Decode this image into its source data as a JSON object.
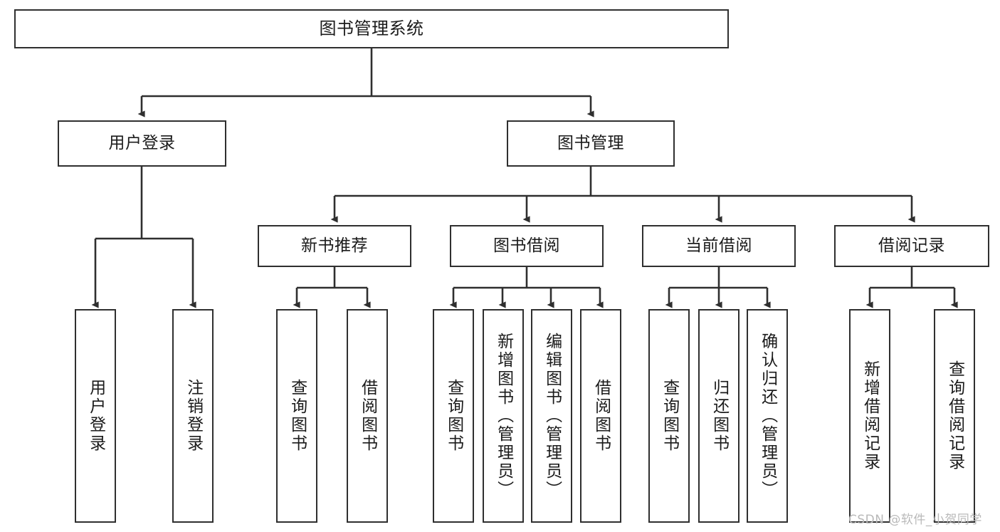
{
  "diagram": {
    "title": "图书管理系统",
    "type": "hierarchy-tree",
    "root": {
      "id": "root",
      "label": "图书管理系统"
    },
    "level2": [
      {
        "id": "user-login",
        "label": "用户登录"
      },
      {
        "id": "book-manage",
        "label": "图书管理"
      }
    ],
    "level3": [
      {
        "id": "new-book-rec",
        "label": "新书推荐"
      },
      {
        "id": "book-borrow",
        "label": "图书借阅"
      },
      {
        "id": "current-borrow",
        "label": "当前借阅"
      },
      {
        "id": "borrow-record",
        "label": "借阅记录"
      }
    ],
    "leaves": [
      {
        "id": "leaf-user-login",
        "label": "用户登录",
        "parent": "user-login"
      },
      {
        "id": "leaf-logout-login",
        "label": "注销登录",
        "parent": "user-login"
      },
      {
        "id": "leaf-query-book-1",
        "label": "查询图书",
        "parent": "new-book-rec"
      },
      {
        "id": "leaf-borrow-book-1",
        "label": "借阅图书",
        "parent": "new-book-rec"
      },
      {
        "id": "leaf-query-book-2",
        "label": "查询图书",
        "parent": "book-borrow"
      },
      {
        "id": "leaf-add-book",
        "label": "新增图书（管理员）",
        "parent": "book-borrow"
      },
      {
        "id": "leaf-edit-book",
        "label": "编辑图书（管理员）",
        "parent": "book-borrow"
      },
      {
        "id": "leaf-borrow-book-2",
        "label": "借阅图书",
        "parent": "book-borrow"
      },
      {
        "id": "leaf-query-book-3",
        "label": "查询图书",
        "parent": "current-borrow"
      },
      {
        "id": "leaf-return-book",
        "label": "归还图书",
        "parent": "current-borrow"
      },
      {
        "id": "leaf-confirm-return",
        "label": "确认归还（管理员）",
        "parent": "current-borrow"
      },
      {
        "id": "leaf-add-record",
        "label": "新增借阅记录",
        "parent": "borrow-record"
      },
      {
        "id": "leaf-query-record",
        "label": "查询借阅记录",
        "parent": "borrow-record"
      }
    ],
    "watermark": "CSDN @软件_小贺同学",
    "colors": {
      "stroke": "#2f2f2f",
      "background": "#ffffff",
      "text": "#1b1b1b",
      "watermark": "#b9b9b9"
    }
  }
}
